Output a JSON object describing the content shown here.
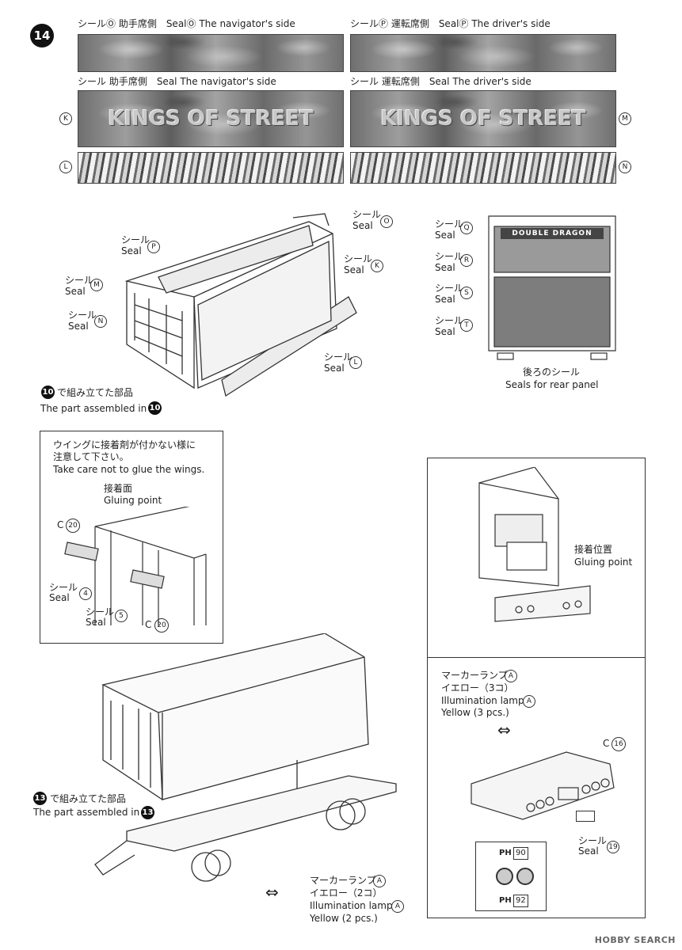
{
  "step": {
    "number": "14"
  },
  "seals_top": {
    "left_top_label": "シールⓄ 助手席側　SealⓄ The navigator's side",
    "right_top_label": "シールⓅ 運転席側　SealⓅ The driver's side",
    "left_mid_label": "シール 助手席側　Seal The navigator's side",
    "right_mid_label": "シール 運転席側　Seal The driver's side",
    "banner_text": "KINGS OF STREET",
    "letter_K": "K",
    "letter_L": "L",
    "letter_M": "M",
    "letter_N": "N"
  },
  "trailer_diagram": {
    "seal_O": "シール\nSeal",
    "letter_O": "O",
    "seal_P": "シール\nSeal",
    "letter_P": "P",
    "seal_K": "シール\nSeal",
    "letter_K": "K",
    "seal_M": "シール\nSeal",
    "letter_M": "M",
    "seal_N": "シール\nSeal",
    "letter_N": "N",
    "seal_L": "シール\nSeal",
    "letter_L": "L",
    "assembled_jp": "で組み立てた部品",
    "assembled_en": "The part assembled in",
    "assembled_num": "10"
  },
  "rear_panel": {
    "seal_Q": "シール\nSeal",
    "letter_Q": "Q",
    "seal_R": "シール\nSeal",
    "letter_R": "R",
    "seal_S": "シール\nSeal",
    "letter_S": "S",
    "seal_T": "シール\nSeal",
    "letter_T": "T",
    "banner": "DOUBLE DRAGON",
    "caption_jp": "後ろのシール",
    "caption_en": "Seals for rear panel"
  },
  "wings_box": {
    "warning_jp_1": "ウイングに接着剤が付かない様に",
    "warning_jp_2": "注意して下さい。",
    "warning_en": "Take care not to glue the wings.",
    "gluing_jp": "接着面",
    "gluing_en": "Gluing point",
    "c20_top": "C",
    "c20_num": "20",
    "seal4_jp": "シール",
    "seal4_en": "Seal",
    "seal4_num": "4",
    "seal5_jp": "シール",
    "seal5_en": "Seal",
    "seal5_num": "5",
    "c20_bottom": "C",
    "c20_bottom_num": "20"
  },
  "detail_box": {
    "gluing_pos_jp": "接着位置",
    "gluing_pos_en": "Gluing point",
    "marker_jp": "マーカーランプ",
    "marker_letter": "A",
    "yellow_jp": "イエロー（3コ）",
    "illum_en": "Illumination lamp",
    "illum_letter": "A",
    "yellow_en": "Yellow (3 pcs.)",
    "c16": "C",
    "c16_num": "16",
    "seal19_jp": "シール",
    "seal19_en": "Seal",
    "seal19_num": "19",
    "ph90": "90",
    "ph92": "92",
    "ph_label": "PH"
  },
  "bottom": {
    "assembled_num": "13",
    "assembled_jp": "で組み立てた部品",
    "assembled_en": "The part assembled in",
    "marker_jp": "マーカーランプ",
    "marker_letter": "A",
    "yellow_jp": "イエロー（2コ）",
    "illum_en": "Illumination lamp",
    "illum_letter": "A",
    "yellow_en": "Yellow (2 pcs.)"
  },
  "watermark": "HOBBY SEARCH"
}
